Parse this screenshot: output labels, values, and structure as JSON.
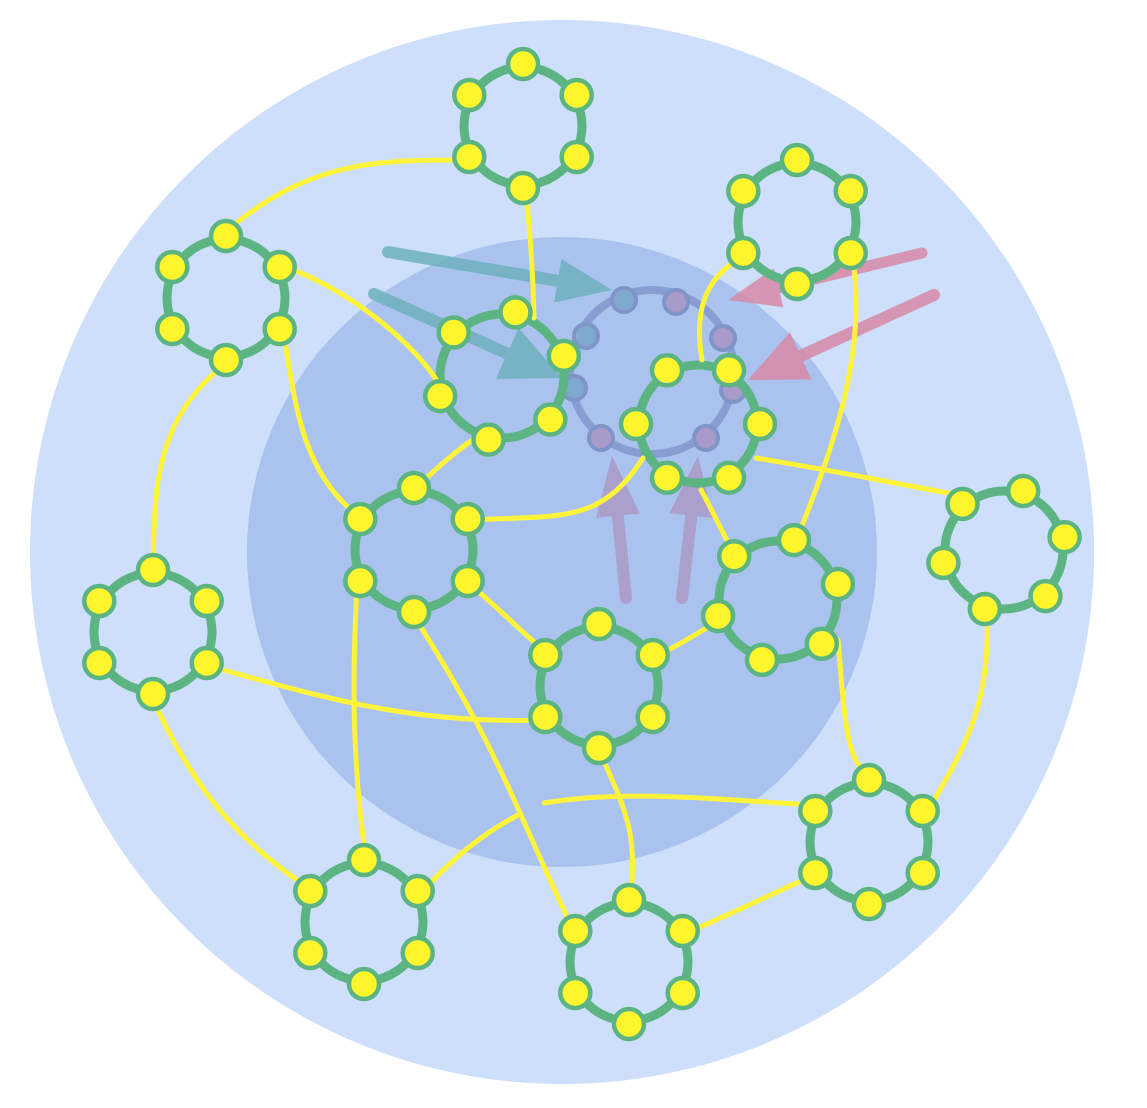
{
  "colors": {
    "background": "#ffffff",
    "outer_circle": "#cddffb",
    "inner_circle": "#a9c3ee",
    "ring_stroke": "#5cb482",
    "node_fill": "#fff52c",
    "node_stroke": "#5cb482",
    "link": "#fff33a",
    "center_ring_stroke": "#7f94c9",
    "center_node_teal": "#7fa9cf",
    "center_node_mauve": "#a89ac9",
    "arrow_teal": "#6fb1bf",
    "arrow_pink": "#d889a6",
    "arrow_mauve": "#ab9ac6"
  },
  "icons": {
    "ring_node": "circle",
    "ring": "hexagonal-ring",
    "arrow": "triangle-arrowhead"
  }
}
